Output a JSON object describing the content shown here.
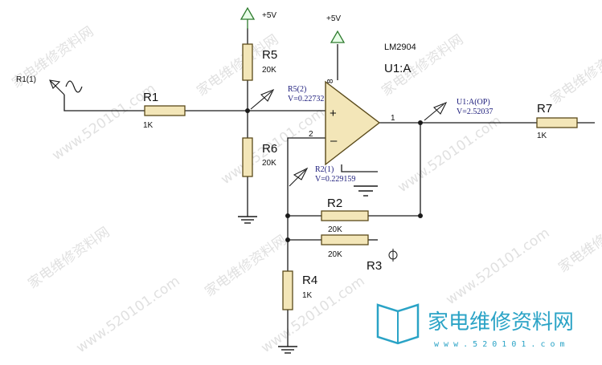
{
  "circuit": {
    "opamp_part": "LM2904",
    "opamp_ref": "U1:A",
    "supply_left": "+5V",
    "supply_right": "+5V",
    "source_label": "R1(1)",
    "pin1": "1",
    "pin2": "2",
    "pin8": "8",
    "resistors": [
      {
        "name": "R1",
        "value": "1K"
      },
      {
        "name": "R5",
        "value": "20K"
      },
      {
        "name": "R6",
        "value": "20K"
      },
      {
        "name": "R2",
        "value": "20K"
      },
      {
        "name": "R3",
        "value": "20K"
      },
      {
        "name": "R4",
        "value": "1K"
      },
      {
        "name": "R7",
        "value": "1K"
      }
    ],
    "probes": [
      {
        "name": "R5(2)",
        "value": "V=0.22732"
      },
      {
        "name": "R2(1)",
        "value": "V=0.229159"
      },
      {
        "name": "U1:A(OP)",
        "value": "V=2.52037"
      }
    ]
  },
  "watermark": {
    "text": "家电维修资料网",
    "url": "www.520101.com",
    "logo_text": "家电维修资料网",
    "logo_url": "w w w . 5 2 0 1 0 1 . c o m"
  },
  "colors": {
    "resistor_fill": "#f3e6b8",
    "power_symbol": "#2d7a2d",
    "probe_text": "#1a1a7a",
    "logo_teal": "#2aa3c6"
  }
}
